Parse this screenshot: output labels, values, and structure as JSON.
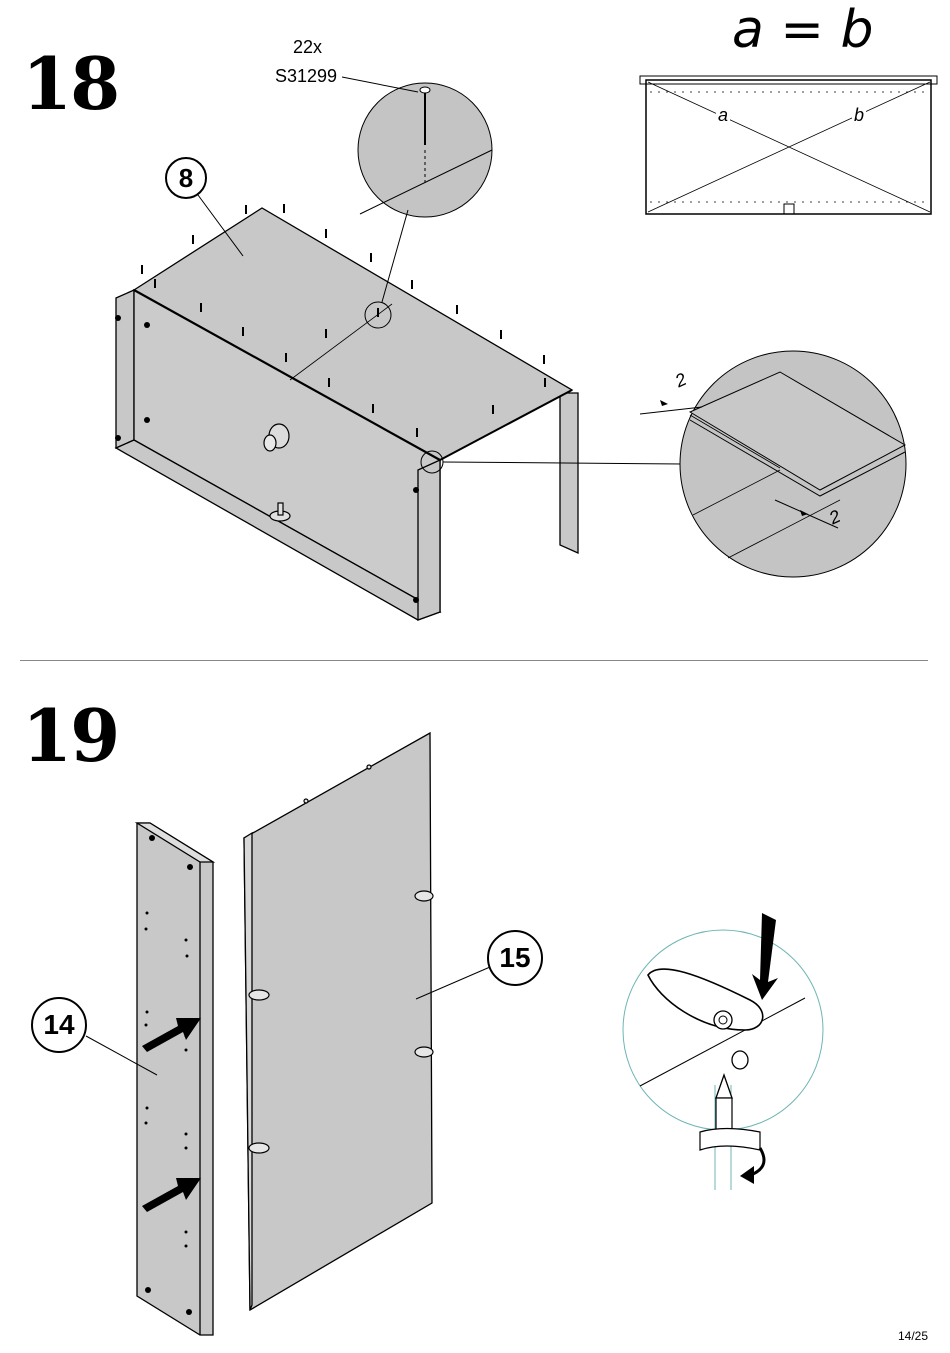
{
  "steps": [
    {
      "number": "18",
      "hardware_qty": "22x",
      "hardware_code": "S31299",
      "part_callout": "8",
      "equation": "a = b",
      "diag_label_a": "a",
      "diag_label_b": "b",
      "gap_top": "2",
      "gap_bottom": "2"
    },
    {
      "number": "19",
      "part_left_callout": "14",
      "part_right_callout": "15"
    }
  ],
  "page_number": "14/25",
  "colors": {
    "panel_fill": "#c8c8c8",
    "detail_circle": "#c4c4c4",
    "ring_accent": "#6fb5b5"
  }
}
